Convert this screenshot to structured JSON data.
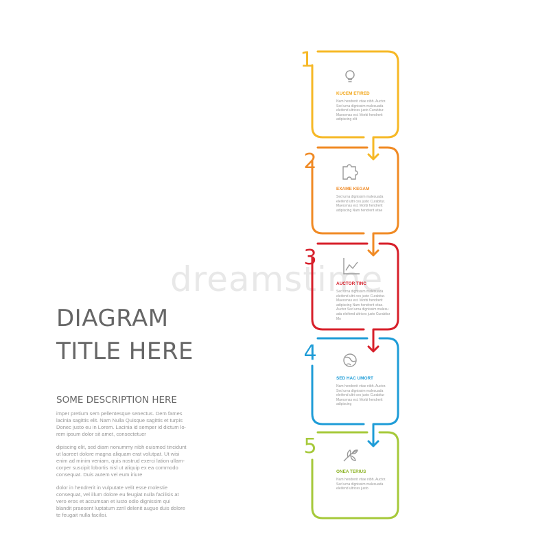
{
  "title": {
    "line1": "DIAGRAM",
    "line2": "TITLE HERE"
  },
  "subtitle": "SOME DESCRIPTION HERE",
  "paragraphs": [
    "imper pretium sem pellentesque senectus. Dem fames lacinia sagittis elit. Nam Nulla Quisque sagittis et turpis Donec justo eu in Lorem. Lacinia id semper id dictum lo- rem ipsum dolor sit amet, consectetuer",
    "dipiscing elit, sed diam nonummy nibh euismod tincidunt ut laoreet dolore magna aliquam erat volutpat. Ut wisi enim ad minim veniam, quis nostrud exerci lation ullam- corper suscipit lobortis nisl ut aliquip ex ea commodo consequat. Duis autem vel eum iriure",
    "dolor in hendrerit in vulputate velit esse molestie consequat, vel illum dolore eu feugiat nulla facilisis at vero eros et accumsan et iusto odio dignissim qui blandit praesent luptatum zzril delenit augue duis dolore te feugait nulla facilisi."
  ],
  "watermark": "dreamstime",
  "colors": {
    "text_gray": "#666666",
    "body_gray": "#999999",
    "step1": "#F6B826",
    "step2": "#F08A24",
    "step3": "#D71F2A",
    "step4": "#1E9CD7",
    "step5": "#A6C93A"
  },
  "steps": [
    {
      "number": "1",
      "icon": "lightbulb-icon",
      "heading": "KUCEM ETIRED",
      "color": "#F6B826",
      "text_color": "#F2A516",
      "body": "Nam hendrerit vitae nibh. Auctor. Sed urna dignissim malesuada eleifend ultrices justo Curabitur. Maecenas est. Morbi hendrerit adipiscing elit"
    },
    {
      "number": "2",
      "icon": "puzzle-icon",
      "heading": "EXAME KEGAM",
      "color": "#F08A24",
      "text_color": "#F08A24",
      "body": "Sed urna dignissim malesuada eleifend ultri ces justo Curabitur. Maecenas est. Morbi hendrerit adipiscing Nam hendrerit vitae"
    },
    {
      "number": "3",
      "icon": "chart-icon",
      "heading": "AUCTOR TINC",
      "color": "#D71F2A",
      "text_color": "#D71F2A",
      "body": "Sed urna dignissim malesuada eleifend ultri ces justo Curabitur. Maecenas est. Morbi hendrerit adipiscing Nam hendrerit vitae. Auctor Sed urna dignissim malesu ada eleifend ultrices justo Curabitur Mo"
    },
    {
      "number": "4",
      "icon": "globe-icon",
      "heading": "SED HAC UMORT",
      "color": "#1E9CD7",
      "text_color": "#1E9CD7",
      "body": "Nam hendrerit vitae nibh. Auctor. Sed urna dignissim malesuada eleifend ultri ces justo Curabitur Maecenas est. Morbi hendrerit adipiscing"
    },
    {
      "number": "5",
      "icon": "leaf-icon",
      "heading": "ONEA TERIUS",
      "color": "#A6C93A",
      "text_color": "#8BB223",
      "body": "Nam hendrerit vitae nibh. Auctor. Sed urna dignissim malesuada eleifend ultrices justo"
    }
  ]
}
